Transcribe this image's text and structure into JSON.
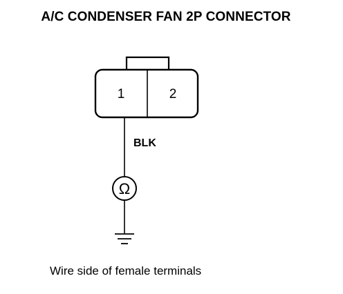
{
  "title": "A/C CONDENSER FAN 2P CONNECTOR",
  "connector": {
    "pin_1": "1",
    "pin_2": "2"
  },
  "wire": {
    "color_label": "BLK"
  },
  "meter": {
    "symbol": "Ω"
  },
  "caption": "Wire side of female terminals"
}
